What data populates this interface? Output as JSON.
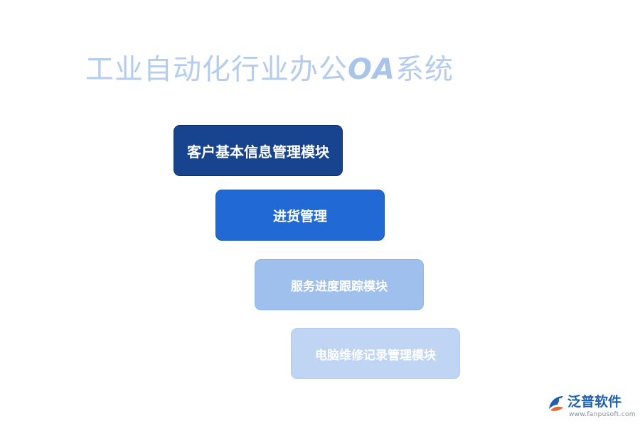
{
  "title": {
    "prefix": "工业自动化行业办公",
    "highlight": "OA",
    "suffix": "系统"
  },
  "modules": [
    {
      "label": "客户基本信息管理模块",
      "color": "#18448f"
    },
    {
      "label": "进货管理",
      "color": "#216ad6"
    },
    {
      "label": "服务进度跟踪模块",
      "color": "#9fc0ec"
    },
    {
      "label": "电脑维修记录管理模块",
      "color": "#bfd5f3"
    }
  ],
  "logo": {
    "name": "泛普软件",
    "url": "www.fanpusoft.com",
    "icon": "fanpu-logo-icon"
  },
  "colors": {
    "title": "#b4cdee",
    "brand": "#1f5fae",
    "accent": "#e8692b"
  }
}
